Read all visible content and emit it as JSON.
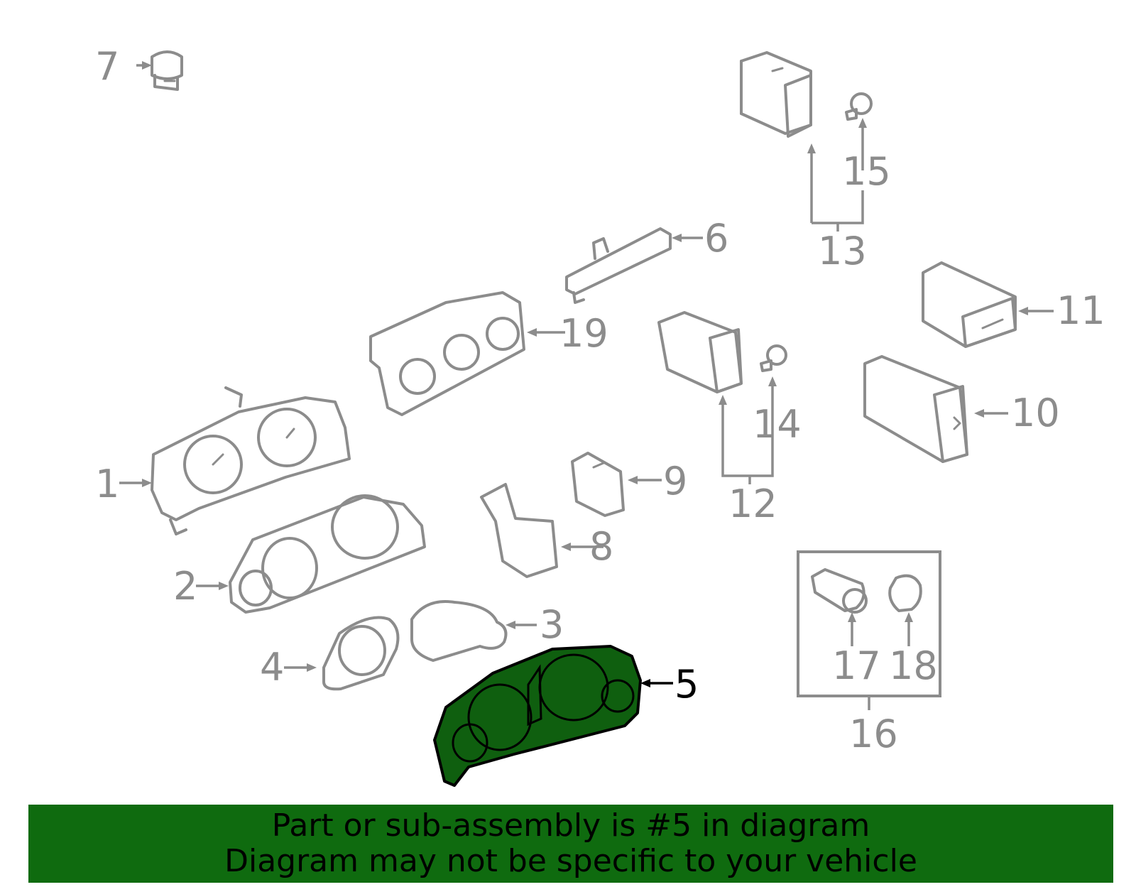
{
  "diagram": {
    "highlighted_part": "5",
    "highlight_color": "#0f5f0f",
    "part_color": "#8c8c8c",
    "callouts": {
      "c1": "1",
      "c2": "2",
      "c3": "3",
      "c4": "4",
      "c5": "5",
      "c6": "6",
      "c7": "7",
      "c8": "8",
      "c9": "9",
      "c10": "10",
      "c11": "11",
      "c12": "12",
      "c13": "13",
      "c14": "14",
      "c15": "15",
      "c16": "16",
      "c17": "17",
      "c18": "18",
      "c19": "19"
    }
  },
  "banner": {
    "background": "#0f6b0f",
    "line1": "Part or sub-assembly is #5 in diagram",
    "line2": "Diagram may not be specific to your vehicle"
  }
}
